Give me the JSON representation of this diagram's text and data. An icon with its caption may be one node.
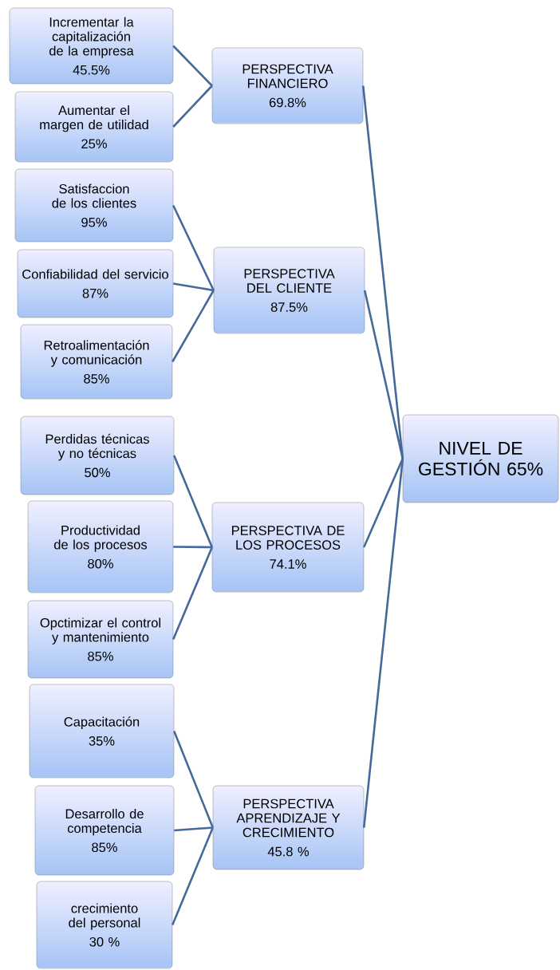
{
  "diagram": {
    "nodes": [
      {
        "text": [
          "Incrementar la capitalización de la empresa",
          "45.5%"
        ]
      },
      {
        "text": [
          "PERSPECTIVA FINANCIERO",
          "69.8%"
        ]
      },
      {
        "text": [
          "Aumentar el margen de utilidad",
          "25%"
        ]
      },
      {
        "text": [
          "Satisfaccion de los clientes",
          "95%"
        ]
      },
      {
        "text": [
          "Confiabilidad del servicio",
          "87%"
        ]
      },
      {
        "text": [
          "PERSPECTIVA DEL CLIENTE",
          "87.5%"
        ]
      },
      {
        "text": [
          "Retroalimentación y comunicación",
          "85%"
        ]
      },
      {
        "text": [
          "Perdidas técnicas y no técnicas",
          "50%"
        ]
      },
      {
        "text": [
          "NIVEL DE GESTIÓN 65%"
        ]
      },
      {
        "text": [
          "Productividad de los procesos",
          "80%"
        ]
      },
      {
        "text": [
          "PERSPECTIVA DE LOS PROCESOS",
          "74.1%"
        ]
      },
      {
        "text": [
          "Opctimizar el control y mantenimiento",
          "85%"
        ]
      },
      {
        "text": [
          "Capacitación",
          "35%"
        ]
      },
      {
        "text": [
          "Desarrollo de competencia",
          "85%"
        ]
      },
      {
        "text": [
          "PERSPECTIVA APRENDIZAJE Y CRECIMIENTO",
          "45.8 %"
        ]
      },
      {
        "text": [
          "crecimiento del personal",
          "30 %"
        ]
      }
    ],
    "edges": [
      {
        "from": 0,
        "to": 1,
        "arrow": "none"
      },
      {
        "from": 2,
        "to": 1,
        "arrow": "none"
      },
      {
        "from": 3,
        "to": 5,
        "arrow": "none"
      },
      {
        "from": 4,
        "to": 5,
        "arrow": "none"
      },
      {
        "from": 6,
        "to": 5,
        "arrow": "none"
      },
      {
        "from": 7,
        "to": 10,
        "arrow": "none"
      },
      {
        "from": 9,
        "to": 10,
        "arrow": "none"
      },
      {
        "from": 11,
        "to": 10,
        "arrow": "none"
      },
      {
        "from": 12,
        "to": 14,
        "arrow": "none"
      },
      {
        "from": 13,
        "to": 14,
        "arrow": "none"
      },
      {
        "from": 15,
        "to": 14,
        "arrow": "none"
      },
      {
        "from": 1,
        "to": 8,
        "arrow": "none"
      },
      {
        "from": 5,
        "to": 8,
        "arrow": "none"
      },
      {
        "from": 10,
        "to": 8,
        "arrow": "none"
      },
      {
        "from": 14,
        "to": 8,
        "arrow": "none"
      }
    ]
  }
}
